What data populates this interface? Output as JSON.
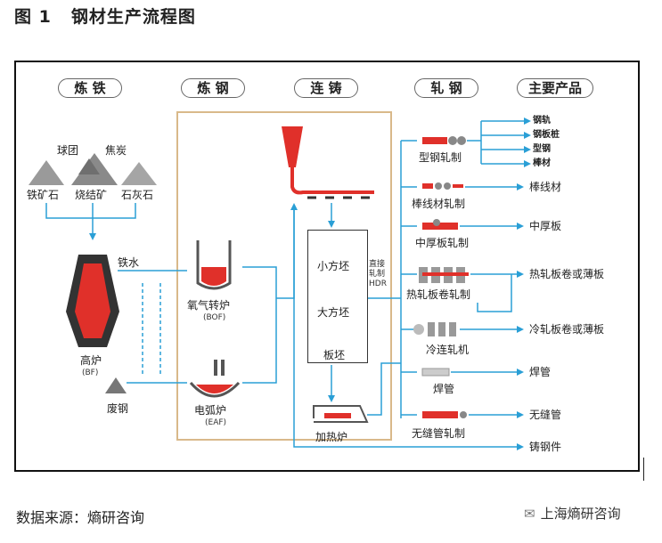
{
  "figure": {
    "number": "图 1",
    "title": "钢材生产流程图"
  },
  "stages": {
    "ironmaking": "炼 铁",
    "steelmaking": "炼 钢",
    "casting": "连 铸",
    "rolling": "轧 钢",
    "products": "主要产品"
  },
  "raw_materials": {
    "pellets": "球团",
    "coke": "焦炭",
    "iron_ore": "铁矿石",
    "sinter": "烧结矿",
    "limestone": "石灰石"
  },
  "furnaces": {
    "blast_furnace": "高炉",
    "blast_furnace_abbr": "(BF)",
    "hot_metal": "铁水",
    "scrap": "废钢",
    "bof": "氧气转炉",
    "bof_abbr": "(BOF)",
    "eaf": "电弧炉",
    "eaf_abbr": "(EAF)"
  },
  "billets": {
    "small": "小方坯",
    "large": "大方坯",
    "slab": "板坯",
    "reheat": "加热炉",
    "hdr": "直接轧制 HDR"
  },
  "mills": {
    "section": "型钢轧制",
    "wire": "棒线材轧制",
    "plate": "中厚板轧制",
    "hot_strip": "热轧板卷轧制",
    "cold": "冷连轧机",
    "welded": "焊管",
    "seamless": "无缝管轧制"
  },
  "products": {
    "rail": "钢轨",
    "sheet_pile": "钢板桩",
    "section": "型钢",
    "bar": "棒材",
    "wire_rod": "棒线材",
    "plate": "中厚板",
    "hot_coil": "热轧板卷或薄板",
    "cold_coil": "冷轧板卷或薄板",
    "welded_pipe": "焊管",
    "seamless_pipe": "无缝管",
    "casting": "铸钢件"
  },
  "footer": {
    "source": "数据来源：熵研咨询",
    "watermark": "上海熵研咨询"
  },
  "colors": {
    "molten": "#e0302a",
    "flow": "#2a9fd6",
    "box_border": "#d9b98a"
  }
}
